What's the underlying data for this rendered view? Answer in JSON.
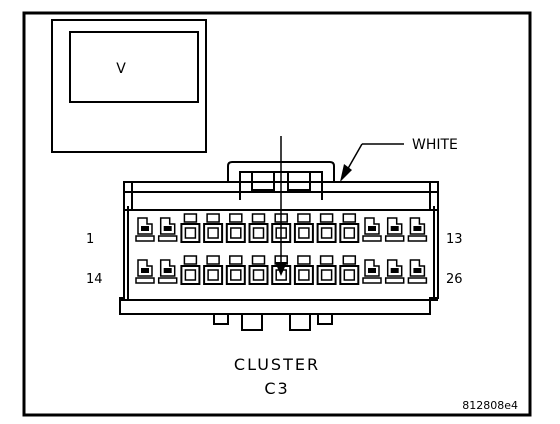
{
  "view_indicator": {
    "label": "V"
  },
  "color_callout": {
    "text": "WHITE"
  },
  "pins": {
    "top_left": "1",
    "top_right": "13",
    "bottom_left": "14",
    "bottom_right": "26"
  },
  "connector": {
    "name": "CLUSTER",
    "code": "C3"
  },
  "figure_id": "812808e4",
  "connector_layout": {
    "rows": 2,
    "cavities_per_row": 13,
    "row_pattern": [
      "terminal",
      "terminal",
      "square",
      "square",
      "square",
      "square",
      "square",
      "square",
      "square",
      "square",
      "terminal",
      "terminal",
      "terminal"
    ]
  }
}
